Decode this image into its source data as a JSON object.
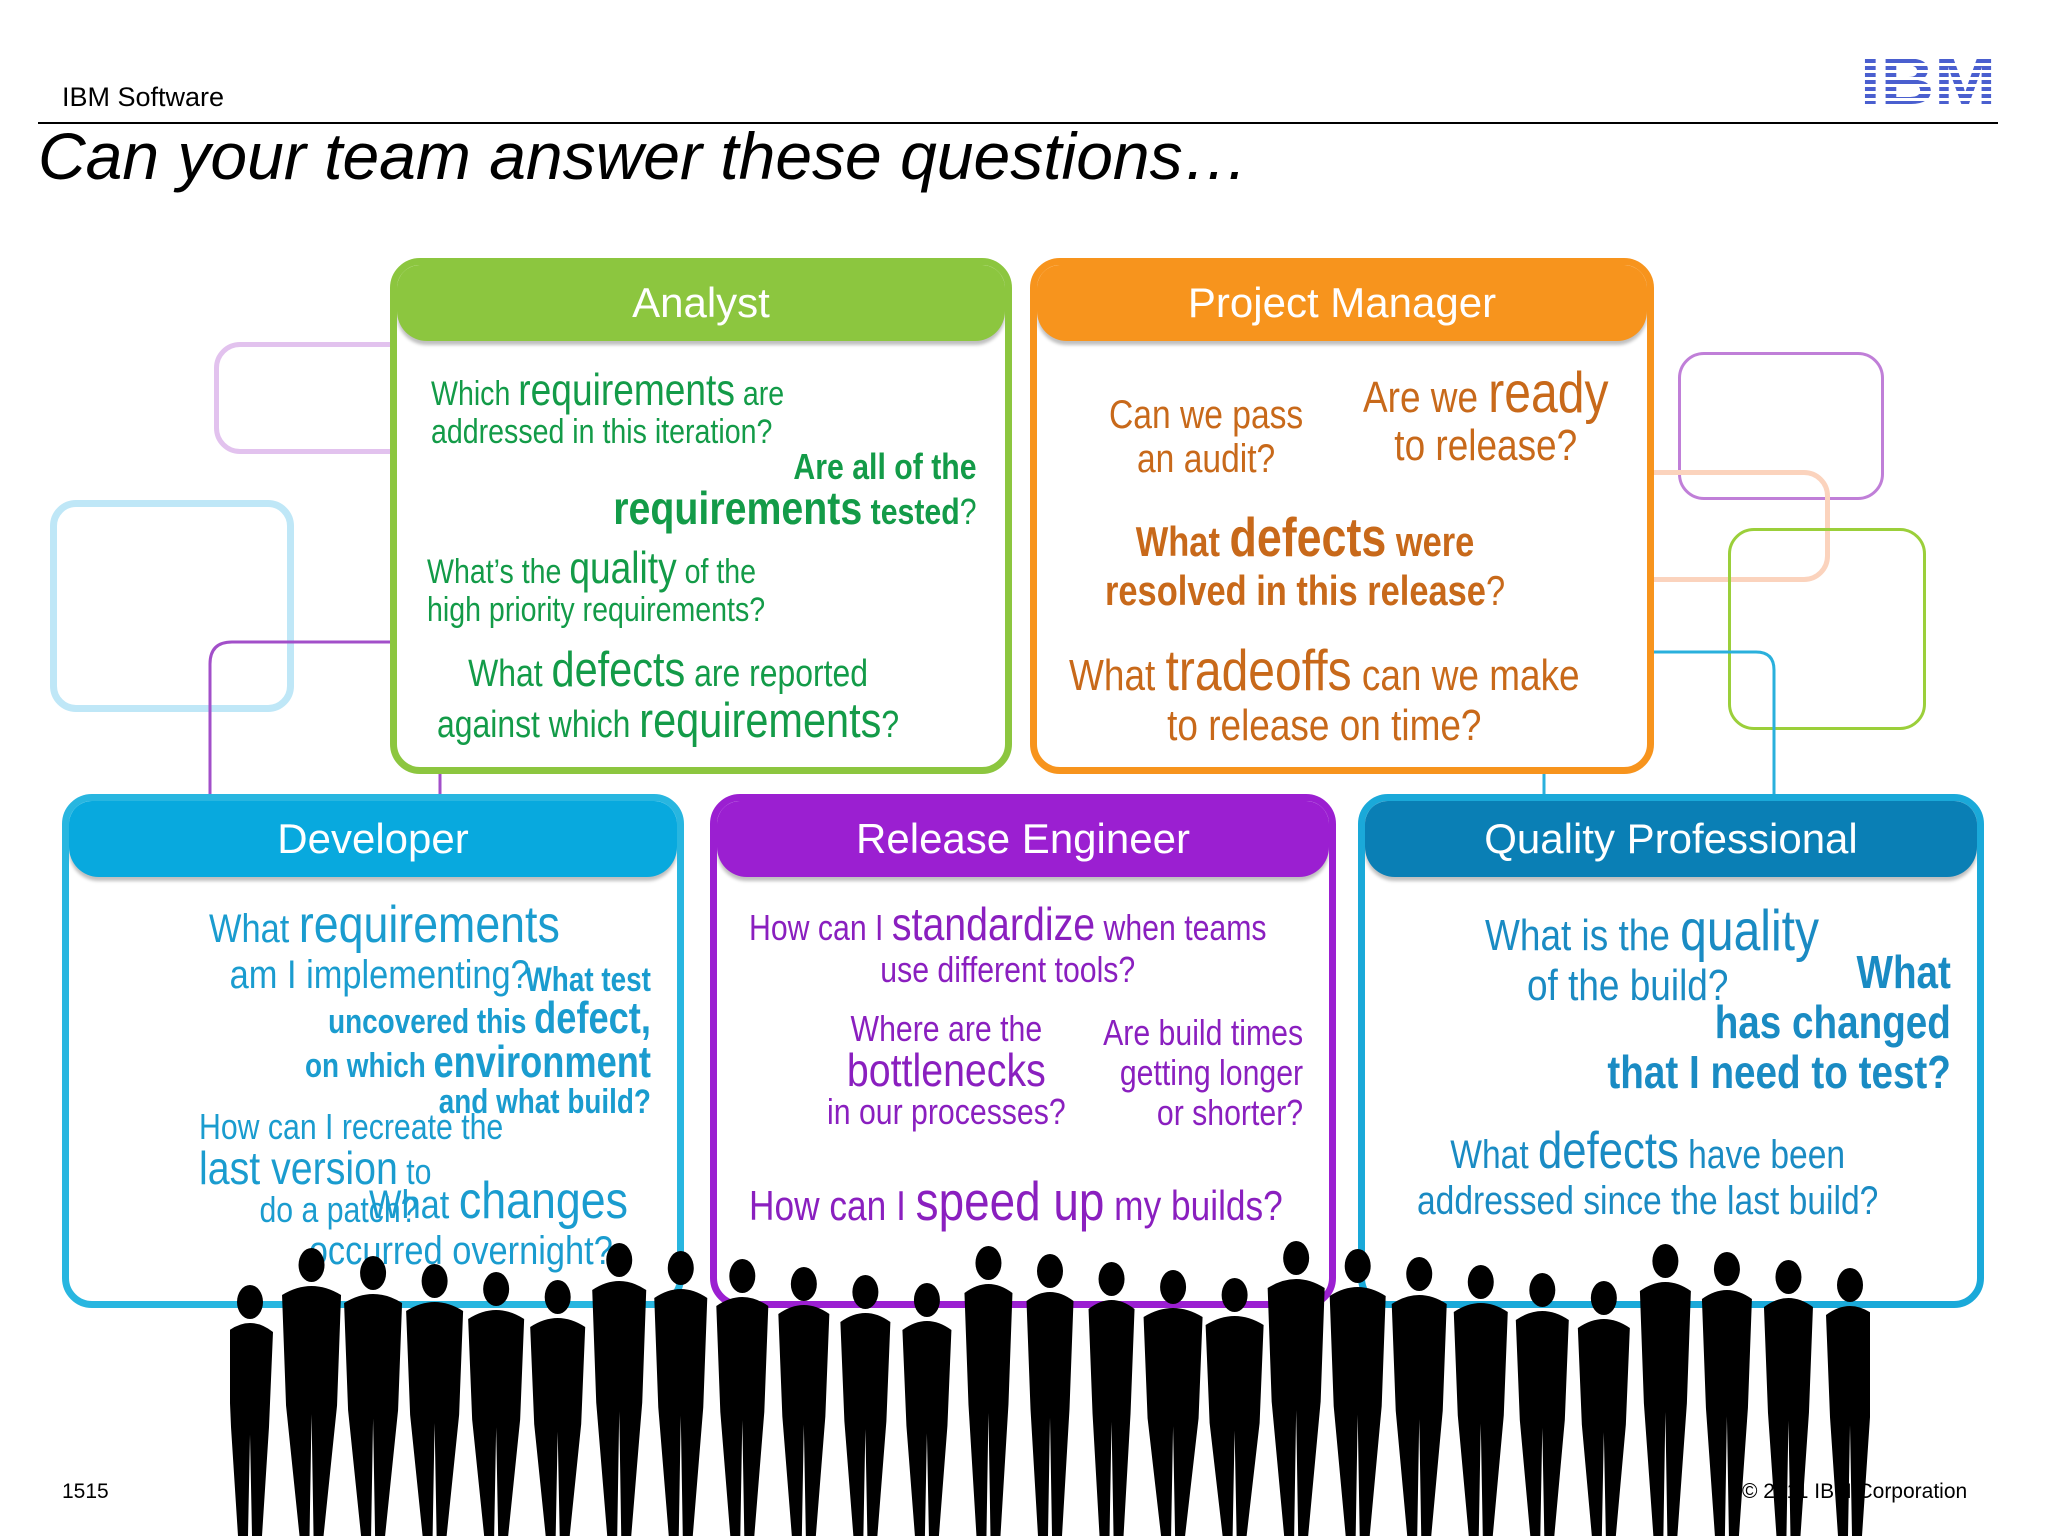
{
  "header": {
    "brand": "IBM Software",
    "logo_text": "IBM",
    "title": "Can your team answer these questions…"
  },
  "colors": {
    "analyst": "#8cc63f",
    "analyst_text": "#139b48",
    "project_manager": "#f7941d",
    "project_manager_text": "#c8691a",
    "developer": "#28b6e0",
    "developer_text": "#1a9ccf",
    "release_engineer": "#9b1fd1",
    "release_engineer_text": "#8a1fbf",
    "quality_professional": "#0a7fb5",
    "quality_professional_text": "#1a8bc3",
    "ibm_blue": "#4a5fcf"
  },
  "roles": {
    "analyst": {
      "title": "Analyst",
      "q1": {
        "a": "Which ",
        "b": "requirements",
        "c": " are",
        "d": "addressed in this iteration?"
      },
      "q2": {
        "a": "Are all of the",
        "b": "requirements",
        "c": " tested",
        "d": "?"
      },
      "q3": {
        "a": "What’s the ",
        "b": "quality",
        "c": " of the",
        "d": "high priority requirements?"
      },
      "q4": {
        "a": "What ",
        "b": "defects",
        "c": " are reported",
        "d": "against which ",
        "e": "requirements",
        "f": "?"
      }
    },
    "project_manager": {
      "title": "Project  Manager",
      "q1": {
        "a": "Can we pass",
        "b": "an audit?"
      },
      "q2": {
        "a": "Are we ",
        "b": "ready",
        "c": "to release?"
      },
      "q3": {
        "a": "What ",
        "b": "defects",
        "c": " were",
        "d": "resolved in this release",
        "e": "?"
      },
      "q4": {
        "a": "What ",
        "b": "tradeoffs",
        "c": " can we make",
        "d": "to release on time?"
      }
    },
    "developer": {
      "title": "Developer",
      "q1": {
        "a": "What ",
        "b": "requirements",
        "c": "am I implementing?"
      },
      "q2": {
        "a": "What test",
        "b": "uncovered this ",
        "c": "defect,",
        "d": "on which ",
        "e": "environment",
        "f": "and what build?"
      },
      "q3": {
        "a": "How can I recreate the",
        "b": "last version",
        "c": " to",
        "d": "do a patch?"
      },
      "q4": {
        "a": "What ",
        "b": "changes",
        "c": "occurred overnight?"
      }
    },
    "release_engineer": {
      "title": "Release Engineer",
      "q1": {
        "a": "How can I ",
        "b": "standardize",
        "c": " when teams",
        "d": "use different tools?"
      },
      "q2": {
        "a": "Where are the",
        "b": "bottlenecks",
        "c": "in our processes?"
      },
      "q3": {
        "a": "Are build times",
        "b": "getting longer",
        "c": "or shorter?"
      },
      "q4": {
        "a": "How can I ",
        "b": "speed up",
        "c": " my builds?"
      }
    },
    "quality_professional": {
      "title": "Quality Professional",
      "q1": {
        "a": "What is the ",
        "b": "quality",
        "c": "of the build?"
      },
      "q2": {
        "a": "What",
        "b": "has changed",
        "c": "that I need to test?"
      },
      "q3": {
        "a": "What ",
        "b": "defects",
        "c": " have been",
        "d": "addressed since the last build?"
      }
    }
  },
  "footer": {
    "slide_number": "1515",
    "copyright": "© 2011 IBM Corporation"
  }
}
